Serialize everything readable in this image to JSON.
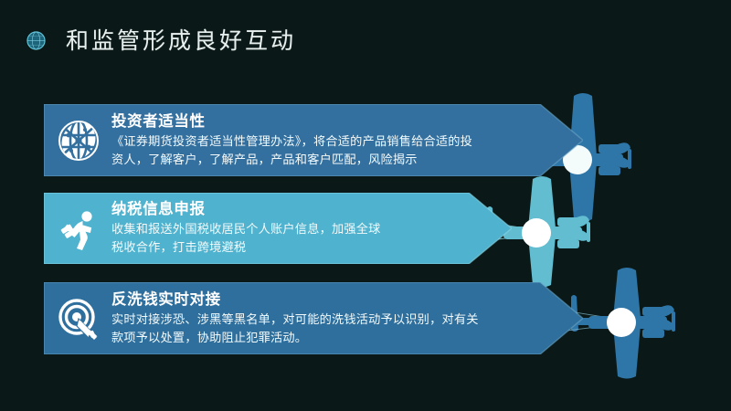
{
  "slide": {
    "background_color": "#0a1917",
    "header": {
      "icon": "globe-icon",
      "title": "和监管形成良好互动",
      "title_color": "#e8efef"
    }
  },
  "banners": [
    {
      "id": "investor-suitability",
      "icon": "globe-network-icon",
      "title": "投资者适当性",
      "body_lines": [
        "《证券期货投资者适当性管理办法》，将合适的产品销售给合适的投",
        "资人，了解客户，了解产品，产品和客户匹配，风险揭示"
      ],
      "fill_color": "#34709f",
      "text_color": "#ffffff"
    },
    {
      "id": "tax-information-reporting",
      "icon": "running-person-icon",
      "title": "纳税信息申报",
      "body_lines": [
        "收集和报送外国税收居民个人账户信息，加强全球",
        "税收合作，打击跨境避税"
      ],
      "fill_color": "#4fb2ce",
      "text_color": "#ffffff"
    },
    {
      "id": "anti-money-laundering",
      "icon": "target-dart-icon",
      "title": "反洗钱实时对接",
      "body_lines": [
        "实时对接涉恐、涉黑等黑名单，对可能的洗钱活动予以识别，对有关",
        "款项予以处置，协助阻止犯罪活动。"
      ],
      "fill_color": "#2f6f9d",
      "text_color": "#ffffff"
    }
  ],
  "decorations": {
    "planes": [
      {
        "name": "plane-top",
        "color": "#2f76a8",
        "hub_color": "#f4fbfb"
      },
      {
        "name": "plane-middle",
        "color": "#62bdd0",
        "hub_color": "#ffffff"
      },
      {
        "name": "plane-bottom",
        "color": "#2f76a8",
        "hub_color": "#ffffff"
      }
    ]
  }
}
